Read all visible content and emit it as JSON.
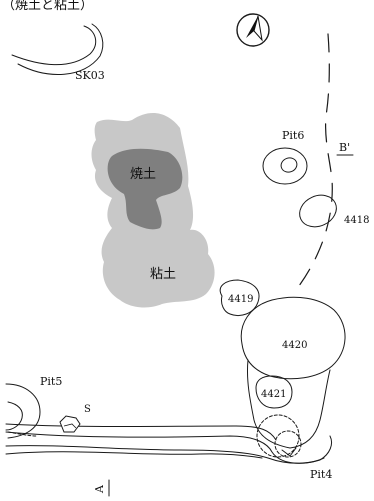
{
  "header": {
    "title": "（焼土と粘土）"
  },
  "labels": {
    "sk03": "SK03",
    "pit6": "Pit6",
    "b_prime": "B'",
    "f4418": "4418",
    "f4419": "4419",
    "f4420": "4420",
    "f4421": "4421",
    "pit5": "Pit5",
    "s_mark": "S",
    "pit4": "Pit4",
    "a_mark": "A",
    "burnt_soil": "焼土",
    "clay": "粘土"
  },
  "colors": {
    "burnt_soil": "#7f7f7f",
    "clay": "#c8c8c8",
    "line": "#1a1a1a"
  },
  "icons": {
    "north_arrow": "north-arrow-icon"
  }
}
